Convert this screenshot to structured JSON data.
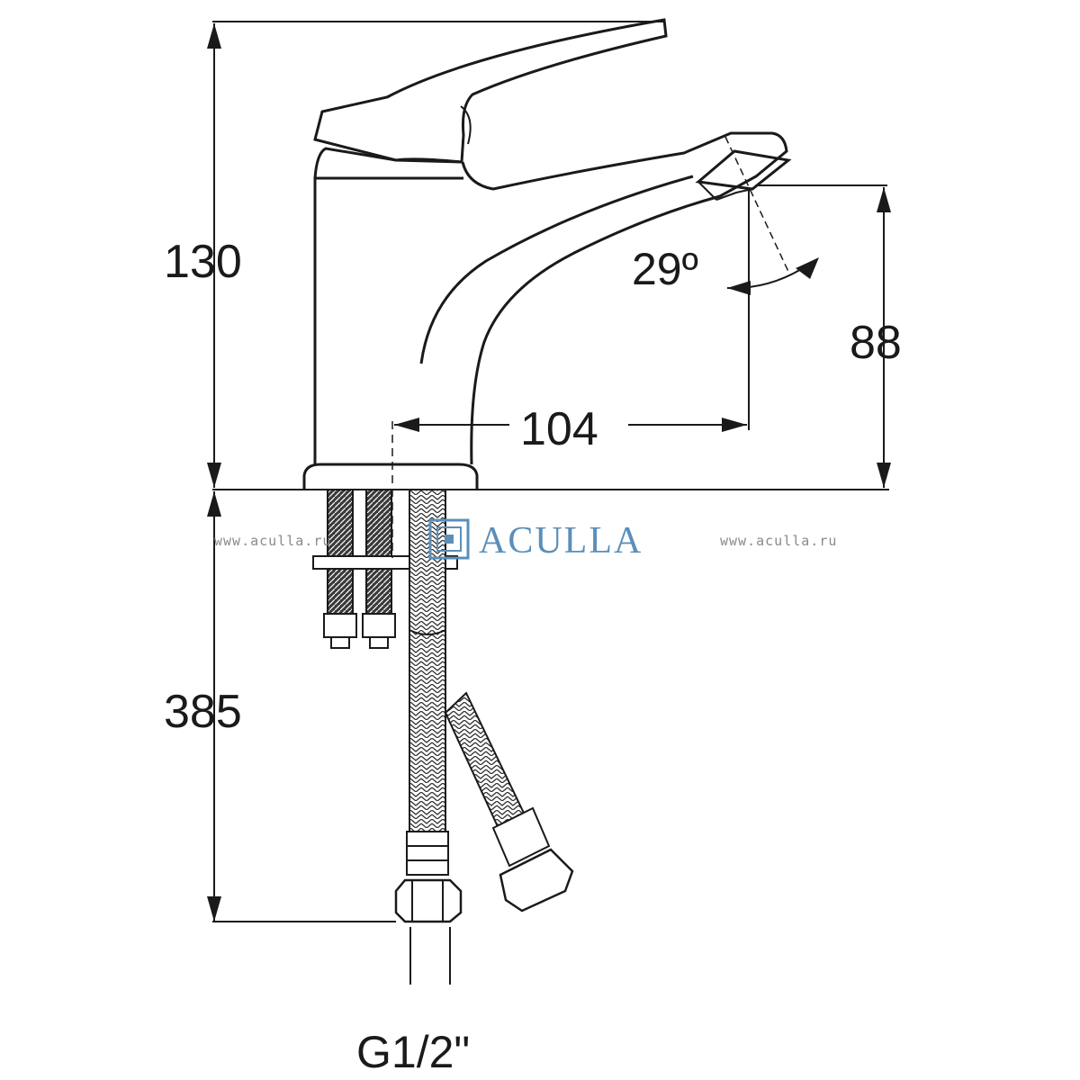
{
  "dimensions": {
    "total_height": "130",
    "spout_height": "88",
    "spout_reach": "104",
    "spout_angle": "29º",
    "hose_length": "385",
    "connection_thread": "G1/2\""
  },
  "watermark": {
    "url_left": "www.aculla.ru",
    "url_right": "www.aculla.ru",
    "brand": "ACULLA",
    "brand_color": "#5b8fb9"
  }
}
